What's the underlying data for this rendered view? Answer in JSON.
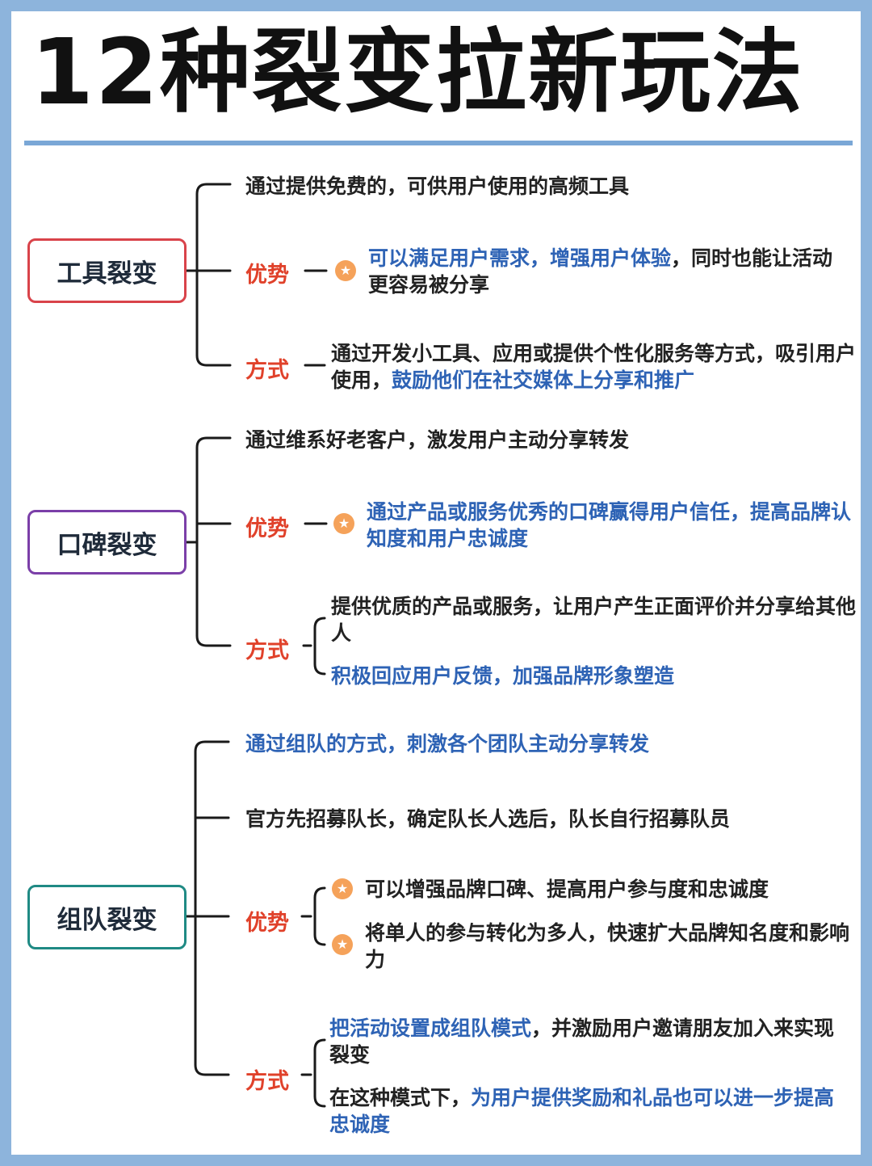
{
  "title": "12种裂变拉新玩法",
  "labels": {
    "advantage": "优势",
    "method": "方式"
  },
  "colors": {
    "tool_border": "#d9434a",
    "wom_border": "#7b3fa8",
    "team_border": "#1f8a84",
    "blue_text": "#2e63b5",
    "label_red": "#e0412a",
    "star": "#f5a25a"
  },
  "sections": {
    "tool": {
      "name": "工具裂变",
      "intro": "通过提供免费的，可供用户使用的高频工具",
      "adv_hl": "可以满足用户需求，增强用户体验",
      "adv_rest": "，同时也能让活动更容易被分享",
      "method_a": "通过开发小工具、应用或提供个性化服务等方式，吸引用户使用，",
      "method_hl": "鼓励他们在社交媒体上分享和推广"
    },
    "wom": {
      "name": "口碑裂变",
      "intro": "通过维系好老客户，激发用户主动分享转发",
      "adv_hl": "通过产品或服务优秀的口碑赢得用户信任，提高品牌认知度和用户忠诚度",
      "method_1": "提供优质的产品或服务，让用户产生正面评价并分享给其他人",
      "method_2": "积极回应用户反馈，加强品牌形象塑造"
    },
    "team": {
      "name": "组队裂变",
      "intro_1": "通过组队的方式，刺激各个团队主动分享转发",
      "intro_2": "官方先招募队长，确定队长人选后，队长自行招募队员",
      "adv_1": "可以增强品牌口碑、提高用户参与度和忠诚度",
      "adv_2": "将单人的参与转化为多人，快速扩大品牌知名度和影响力",
      "method_1_hl": "把活动设置成组队模式",
      "method_1_rest": "，并激励用户邀请朋友加入来实现裂变",
      "method_2_a": "在这种模式下，",
      "method_2_hl": "为用户提供奖励和礼品也可以进一步提高忠诚度"
    }
  }
}
